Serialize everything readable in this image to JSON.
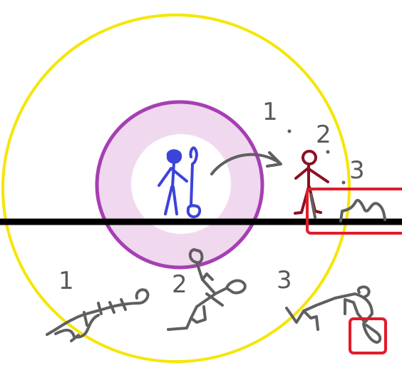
{
  "colors": {
    "outer_ring": "#f5e600",
    "inner_ring": "#a63fb3",
    "inner_ring_fill": "#f0d8ef",
    "center_fill": "#ffffff",
    "ground": "#000000",
    "blue_figure": "#3a44d8",
    "red_figure": "#8a1020",
    "red_box": "#e21b2a",
    "gray_figures": "#5f5f5f"
  },
  "labels": {
    "top_1": "1",
    "top_1_dot": ".",
    "top_2": "2",
    "top_2_dot": ".",
    "top_3": "3",
    "top_3_dot": ".",
    "bottom_1": "1",
    "bottom_2": "2",
    "bottom_3": "3"
  },
  "icons": {
    "arrow": "curved-arrow-icon",
    "blue_figure": "stick-figure-with-staff-icon",
    "red_figure": "stick-figure-icon"
  }
}
